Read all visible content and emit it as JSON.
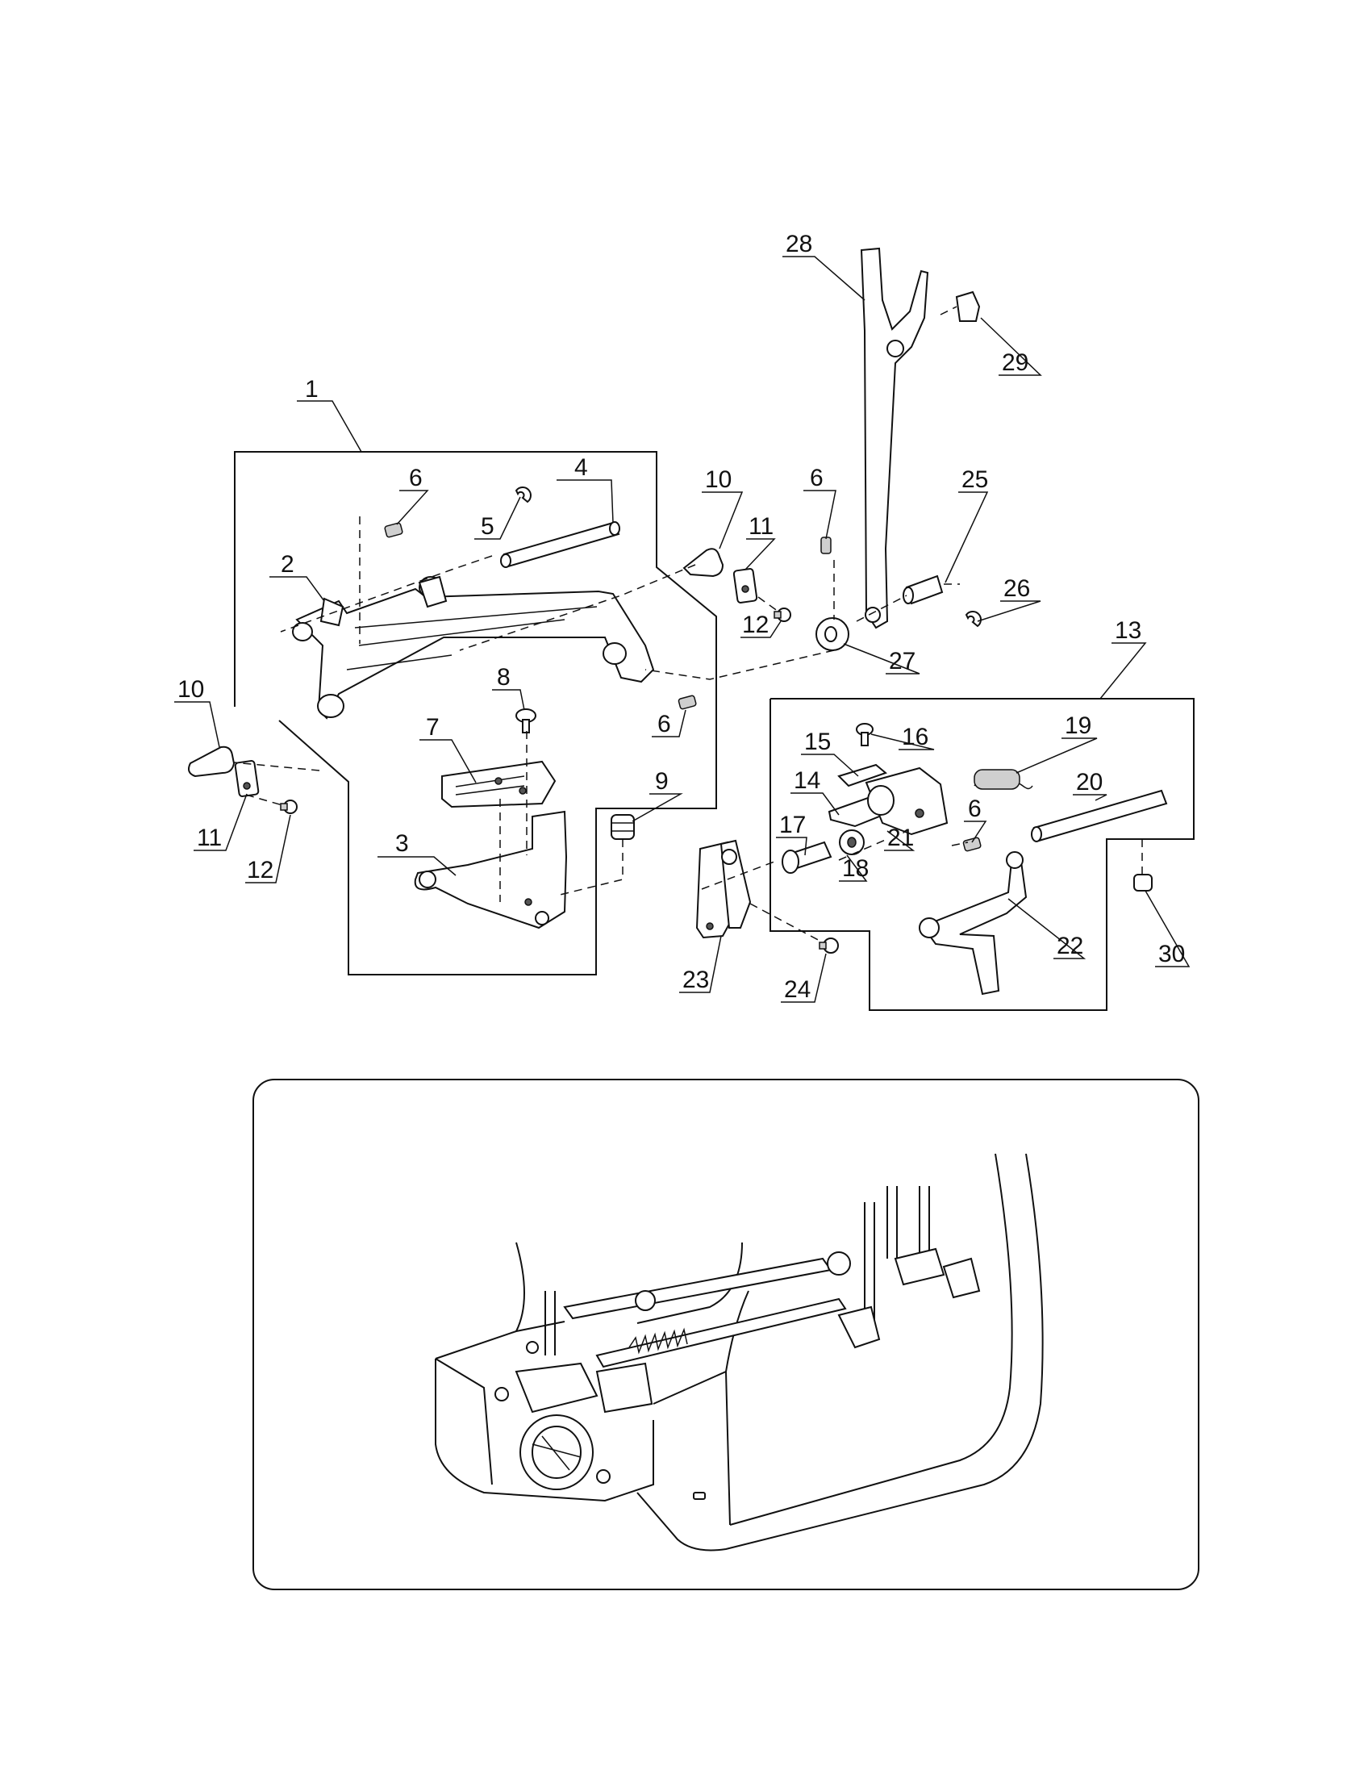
{
  "parts": {
    "p1": "1",
    "p2": "2",
    "p3": "3",
    "p4": "4",
    "p5": "5",
    "p6a": "6",
    "p6b": "6",
    "p6c": "6",
    "p6d": "6",
    "p7": "7",
    "p8": "8",
    "p9": "9",
    "p10a": "10",
    "p10b": "10",
    "p11a": "11",
    "p11b": "11",
    "p12a": "12",
    "p12b": "12",
    "p13": "13",
    "p14": "14",
    "p15": "15",
    "p16": "16",
    "p17": "17",
    "p18": "18",
    "p19": "19",
    "p20": "20",
    "p21": "21",
    "p22": "22",
    "p23": "23",
    "p24": "24",
    "p25": "25",
    "p26": "26",
    "p27": "27",
    "p28": "28",
    "p29": "29",
    "p30": "30"
  }
}
